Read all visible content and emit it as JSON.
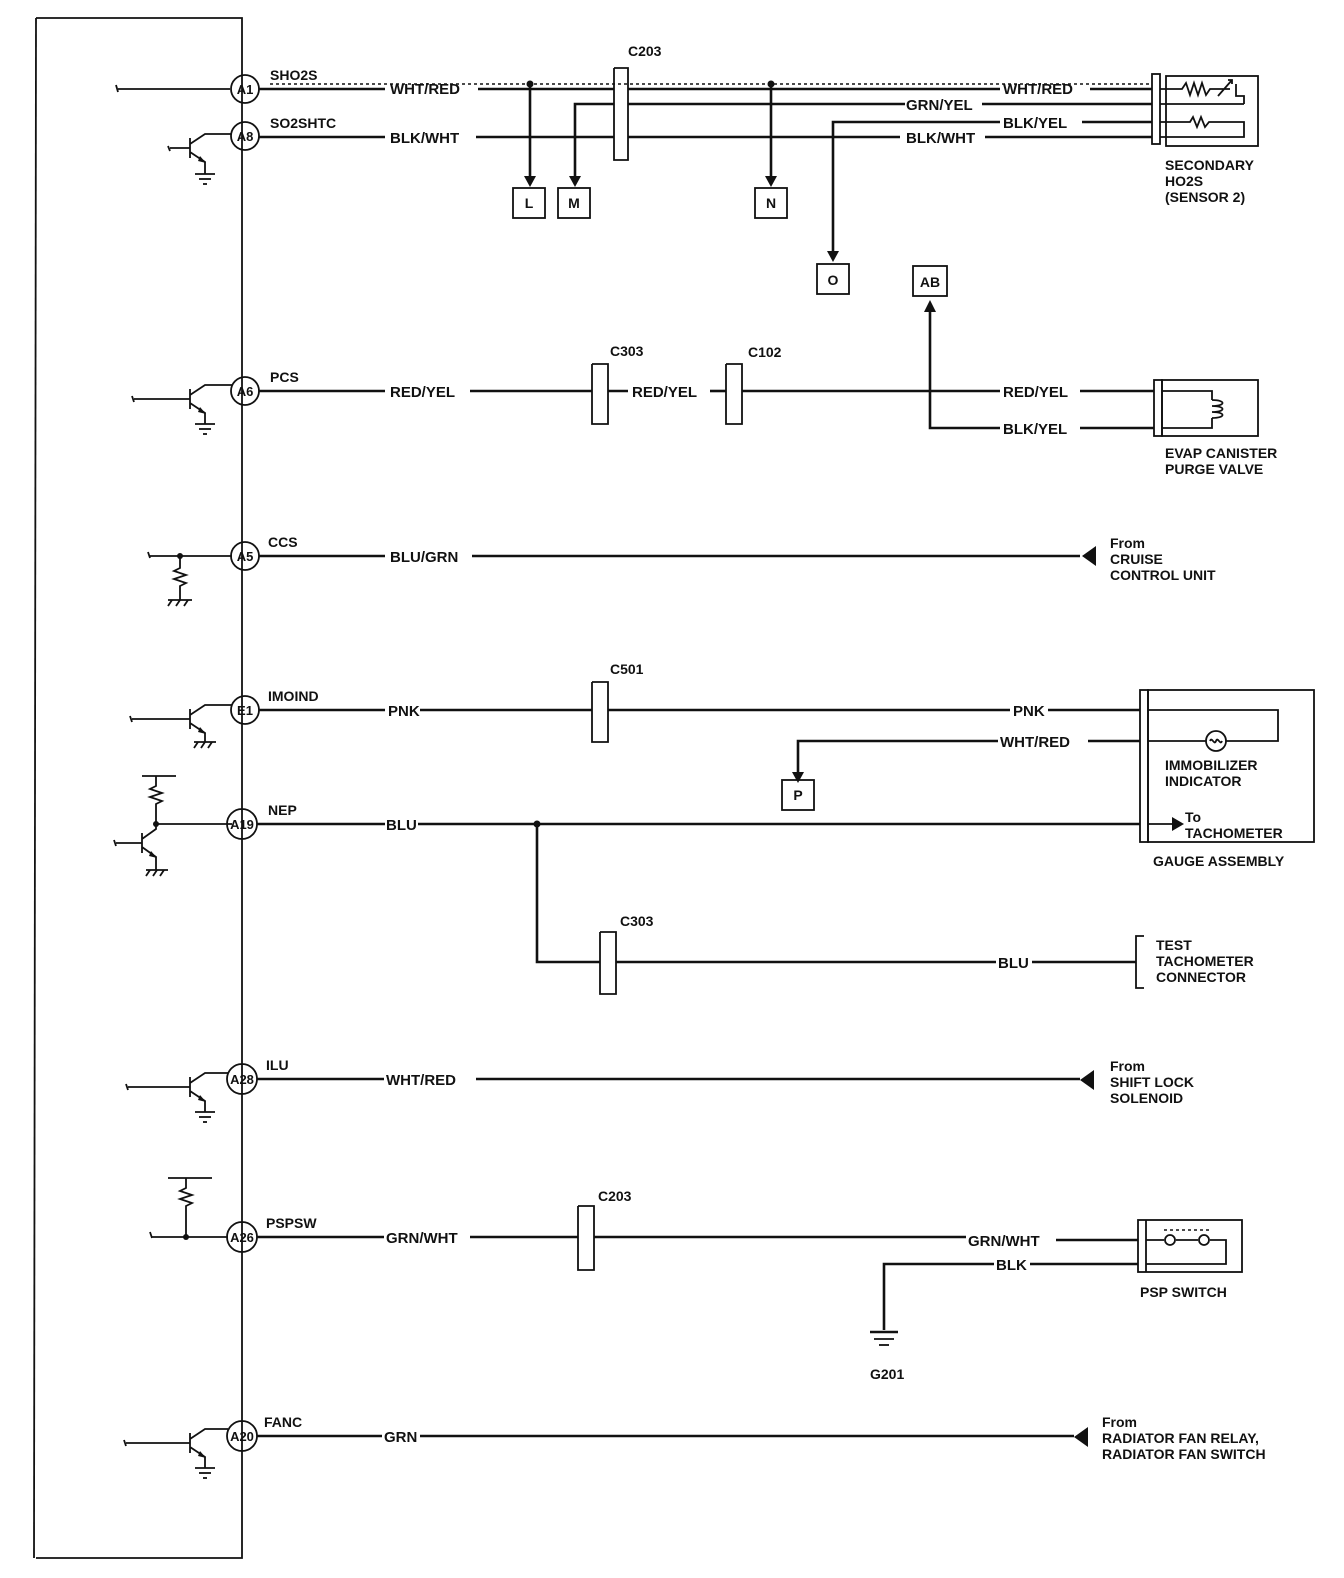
{
  "pins": {
    "a1": "A1",
    "a8": "A8",
    "a6": "A6",
    "a5": "A5",
    "e1": "E1",
    "a19": "A19",
    "a28": "A28",
    "a26": "A26",
    "a20": "A20"
  },
  "signals": {
    "sho2s": "SHO2S",
    "so2shtc": "SO2SHTC",
    "pcs": "PCS",
    "ccs": "CCS",
    "imoind": "IMOIND",
    "nep": "NEP",
    "ilu": "ILU",
    "pspsw": "PSPSW",
    "fanc": "FANC"
  },
  "wires": {
    "wht_red": "WHT/RED",
    "grn_yel": "GRN/YEL",
    "blk_yel": "BLK/YEL",
    "blk_wht": "BLK/WHT",
    "red_yel": "RED/YEL",
    "blu_grn": "BLU/GRN",
    "pnk": "PNK",
    "blu": "BLU",
    "grn_wht": "GRN/WHT",
    "blk": "BLK",
    "grn": "GRN"
  },
  "connectors": {
    "c203": "C203",
    "c303": "C303",
    "c102": "C102",
    "c501": "C501"
  },
  "refs": {
    "l": "L",
    "m": "M",
    "n": "N",
    "o": "O",
    "ab": "AB",
    "p": "P"
  },
  "ground": "G201",
  "components": {
    "secondary_ho2s": [
      "SECONDARY",
      "HO2S",
      "(SENSOR 2)"
    ],
    "evap": [
      "EVAP CANISTER",
      "PURGE VALVE"
    ],
    "cruise": [
      "From",
      "CRUISE",
      "CONTROL UNIT"
    ],
    "immobilizer": [
      "IMMOBILIZER",
      "INDICATOR"
    ],
    "to_tach": [
      "To",
      "TACHOMETER"
    ],
    "gauge_assembly": "GAUGE ASSEMBLY",
    "test_tach": [
      "TEST",
      "TACHOMETER",
      "CONNECTOR"
    ],
    "shift_lock": [
      "From",
      "SHIFT LOCK",
      "SOLENOID"
    ],
    "psp_switch": "PSP SWITCH",
    "fan": [
      "From",
      "RADIATOR FAN RELAY,",
      "RADIATOR FAN SWITCH"
    ]
  }
}
